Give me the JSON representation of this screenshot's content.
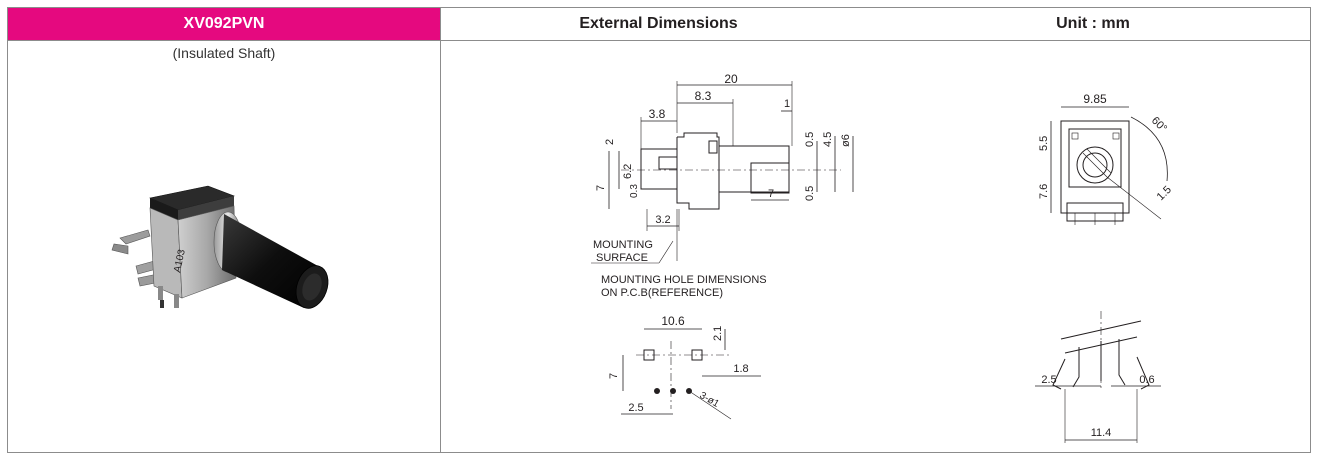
{
  "header": {
    "part_number": "XV092PVN",
    "section_title": "External Dimensions",
    "unit_label": "Unit : mm"
  },
  "product": {
    "subtitle": "(Insulated Shaft)",
    "marking": "A103"
  },
  "side_view": {
    "dim_20": "20",
    "dim_8_3": "8.3",
    "dim_3_8": "3.8",
    "dim_1": "1",
    "dim_2": "2",
    "dim_6_2": "6.2",
    "dim_7_height": "7",
    "dim_0_3": "0.3",
    "dim_3_2": "3.2",
    "dim_0_5_top": "0.5",
    "dim_4_5": "4.5",
    "dim_phi6": "ø6",
    "dim_0_5_bottom": "0.5",
    "dim_7_shaft": "7",
    "mounting_label_1": "MOUNTING",
    "mounting_label_2": "SURFACE"
  },
  "front_view": {
    "dim_9_85": "9.85",
    "dim_60deg": "60°",
    "dim_5_5": "5.5",
    "dim_7_6": "7.6",
    "dim_1_5": "1.5"
  },
  "hole_layout": {
    "title_1": "MOUNTING HOLE DIMENSIONS",
    "title_2": "ON P.C.B(REFERENCE)",
    "dim_10_6": "10.6",
    "dim_2_1": "2.1",
    "dim_1_8": "1.8",
    "dim_7": "7",
    "dim_2_5": "2.5",
    "dim_3_phi1": "3-ø1"
  },
  "bottom_view": {
    "dim_2_5": "2.5",
    "dim_0_6": "0.6",
    "dim_11_4": "11.4"
  },
  "colors": {
    "header_accent": "#e5097f",
    "line": "#231f20"
  }
}
